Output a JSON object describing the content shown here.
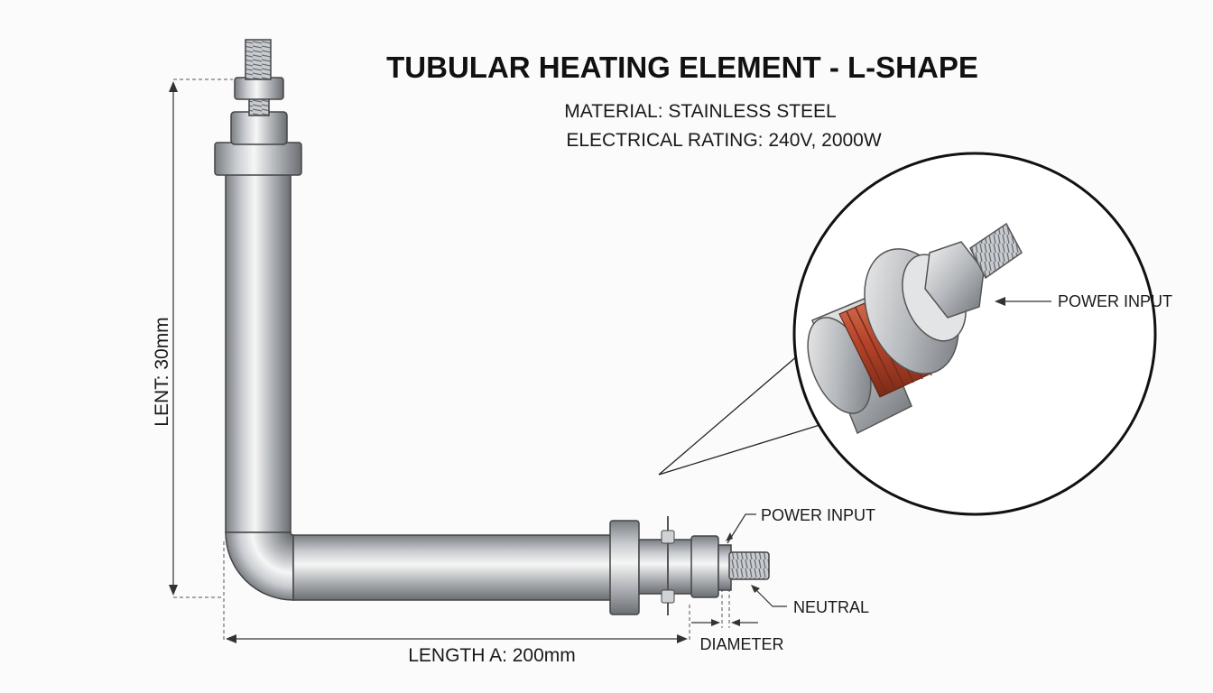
{
  "title": "TUBULAR HEATING ELEMENT - L-SHAPE",
  "material": "MATERIAL: STAINLESS STEEL",
  "rating": "ELECTRICAL RATING: 240V, 2000W",
  "labels": {
    "vertical_length": "LENT: 30mm",
    "horizontal_length": "LENGTH A: 200mm",
    "diameter": "DIAMETER",
    "power_input_detail": "POWER INPUT",
    "power_input": "POWER INPUT",
    "neutral": "NEUTRAL"
  },
  "colors": {
    "metal_light": "#f2f2f2",
    "metal_mid": "#b9bcc0",
    "metal_dark": "#6e7276",
    "coil": "#b5442a",
    "line": "#333333"
  },
  "icons": [
    "threaded-terminal-icon",
    "hex-nut-icon",
    "mounting-flange-icon",
    "magnifier-detail-icon"
  ]
}
